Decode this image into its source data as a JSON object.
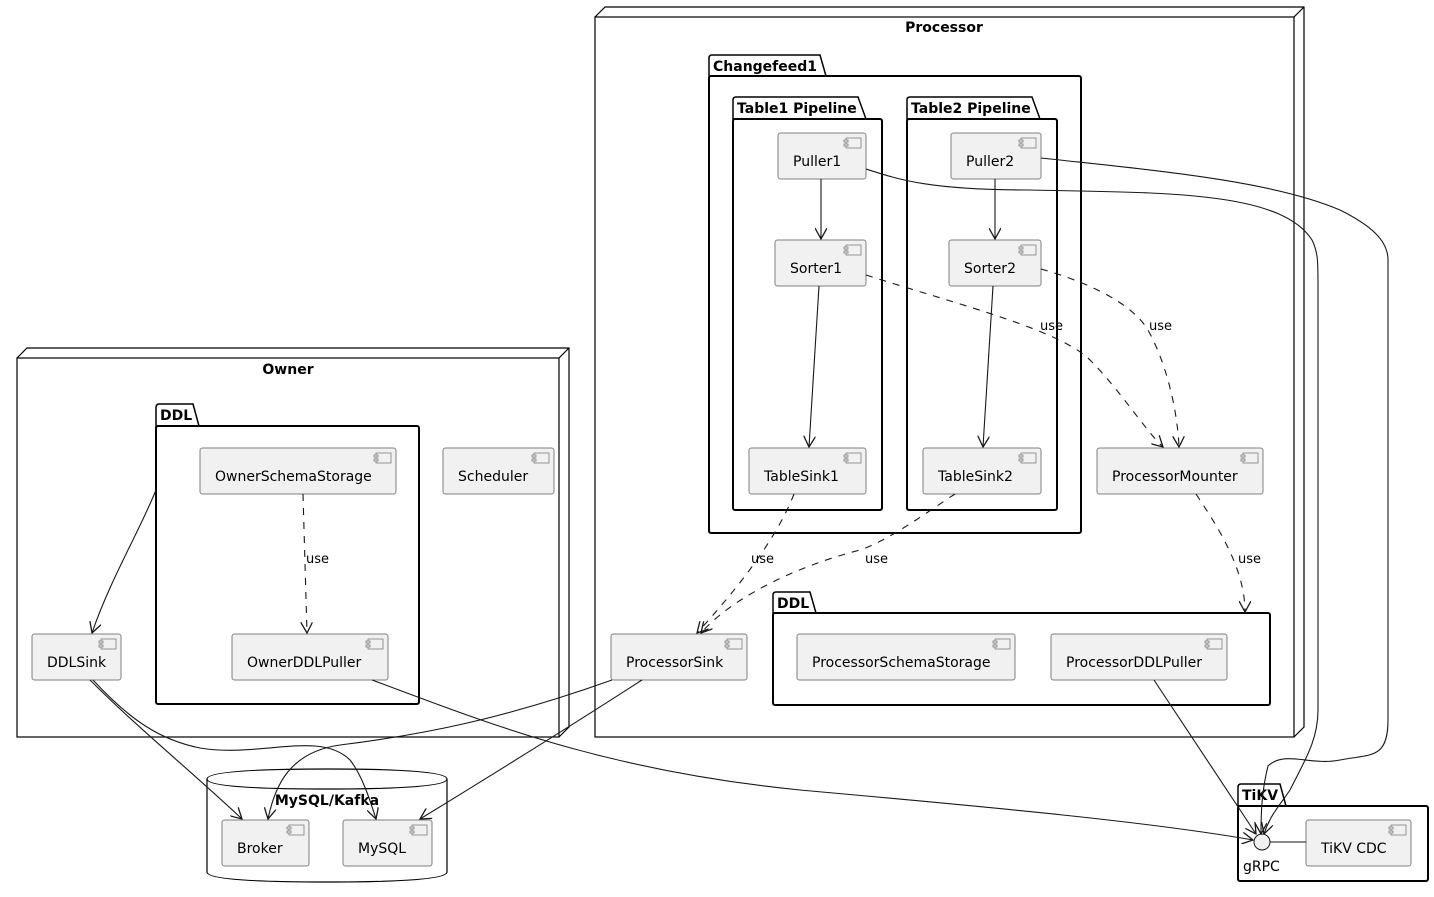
{
  "diagram": {
    "nodes": {
      "processor": "Processor",
      "owner": "Owner"
    },
    "packages": {
      "changefeed1": "Changefeed1",
      "table1_pipeline": "Table1 Pipeline",
      "table2_pipeline": "Table2 Pipeline",
      "processor_ddl": "DDL",
      "owner_ddl": "DDL",
      "tikv": "TiKV"
    },
    "database": {
      "mysql_kafka": "MySQL/Kafka"
    },
    "components": {
      "puller1": "Puller1",
      "sorter1": "Sorter1",
      "tablesink1": "TableSink1",
      "puller2": "Puller2",
      "sorter2": "Sorter2",
      "tablesink2": "TableSink2",
      "processor_mounter": "ProcessorMounter",
      "processor_sink": "ProcessorSink",
      "processor_schema_storage": "ProcessorSchemaStorage",
      "processor_ddl_puller": "ProcessorDDLPuller",
      "owner_schema_storage": "OwnerSchemaStorage",
      "owner_ddl_puller": "OwnerDDLPuller",
      "scheduler": "Scheduler",
      "ddl_sink": "DDLSink",
      "broker": "Broker",
      "mysql": "MySQL",
      "tikv_cdc": "TiKV CDC"
    },
    "interfaces": {
      "grpc": "gRPC"
    },
    "edges": [
      {
        "from": "Puller1",
        "to": "Sorter1",
        "style": "solid",
        "label": ""
      },
      {
        "from": "Sorter1",
        "to": "TableSink1",
        "style": "solid",
        "label": ""
      },
      {
        "from": "Puller2",
        "to": "Sorter2",
        "style": "solid",
        "label": ""
      },
      {
        "from": "Sorter2",
        "to": "TableSink2",
        "style": "solid",
        "label": ""
      },
      {
        "from": "Sorter1",
        "to": "ProcessorMounter",
        "style": "dashed",
        "label": "use"
      },
      {
        "from": "Sorter2",
        "to": "ProcessorMounter",
        "style": "dashed",
        "label": "use"
      },
      {
        "from": "TableSink1",
        "to": "ProcessorSink",
        "style": "dashed",
        "label": "use"
      },
      {
        "from": "TableSink2",
        "to": "ProcessorSink",
        "style": "dashed",
        "label": "use"
      },
      {
        "from": "ProcessorMounter",
        "to": "DDL",
        "style": "dashed",
        "label": "use"
      },
      {
        "from": "OwnerSchemaStorage",
        "to": "OwnerDDLPuller",
        "style": "dashed",
        "label": "use"
      },
      {
        "from": "DDL",
        "to": "DDLSink",
        "style": "solid",
        "label": ""
      },
      {
        "from": "Puller1",
        "to": "gRPC",
        "style": "solid",
        "label": ""
      },
      {
        "from": "Puller2",
        "to": "gRPC",
        "style": "solid",
        "label": ""
      },
      {
        "from": "ProcessorDDLPuller",
        "to": "gRPC",
        "style": "solid",
        "label": ""
      },
      {
        "from": "OwnerDDLPuller",
        "to": "gRPC",
        "style": "solid",
        "label": ""
      },
      {
        "from": "ProcessorSink",
        "to": "Broker",
        "style": "solid",
        "label": ""
      },
      {
        "from": "ProcessorSink",
        "to": "MySQL",
        "style": "solid",
        "label": ""
      },
      {
        "from": "DDLSink",
        "to": "Broker",
        "style": "solid",
        "label": ""
      },
      {
        "from": "DDLSink",
        "to": "MySQL",
        "style": "solid",
        "label": ""
      },
      {
        "from": "gRPC",
        "to": "TiKV CDC",
        "style": "solid",
        "label": ""
      }
    ],
    "edge_label_use": "use"
  }
}
